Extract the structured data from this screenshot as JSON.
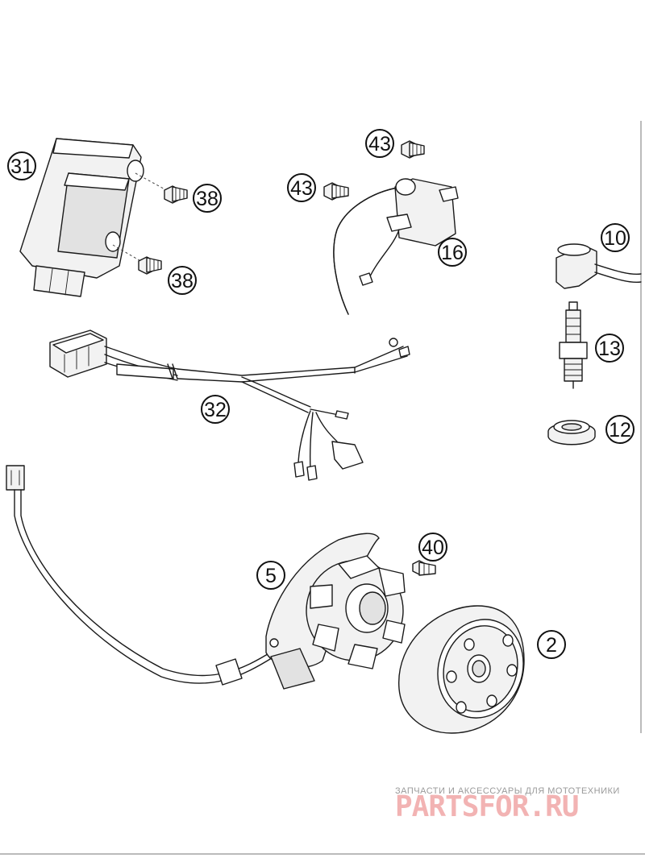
{
  "callouts": {
    "c31": "31",
    "c38a": "38",
    "c38b": "38",
    "c43a": "43",
    "c43b": "43",
    "c16": "16",
    "c10": "10",
    "c13": "13",
    "c12": "12",
    "c32": "32",
    "c40": "40",
    "c5": "5",
    "c2": "2"
  },
  "watermark": {
    "tagline": "ЗАПЧАСТИ И АКСЕССУАРЫ ДЛЯ МОТОТЕХНИКИ",
    "logo": "PARTSFOR.RU"
  }
}
